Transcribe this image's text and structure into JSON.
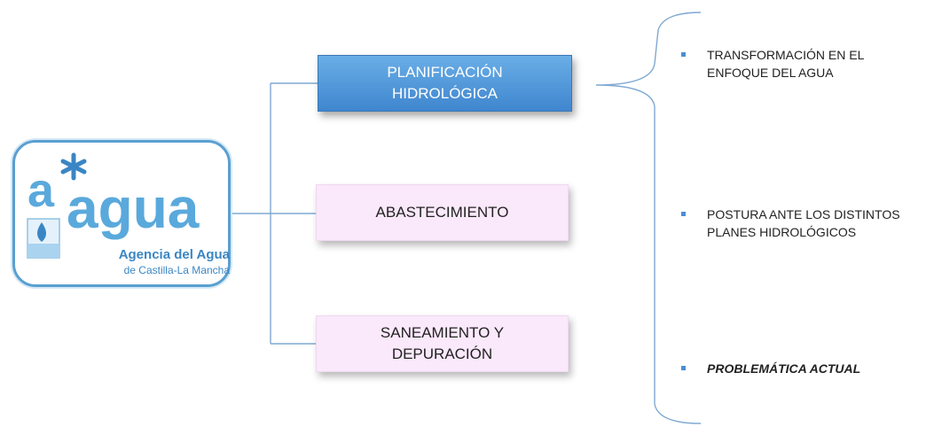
{
  "logo": {
    "mark": "a*agua",
    "name": "Agencia del Agua",
    "subtitle": "de Castilla-La Mancha",
    "brand_color": "#3a86c4"
  },
  "branches": [
    {
      "lines": [
        "PLANIFICACIÓN",
        "HIDROLÓGICA"
      ],
      "color": "#4f95d9"
    },
    {
      "lines": [
        "ABASTECIMIENTO"
      ],
      "color": "#fae8fb"
    },
    {
      "lines": [
        "SANEAMIENTO Y",
        "DEPURACIÓN"
      ],
      "color": "#fae8fb"
    }
  ],
  "details": [
    {
      "lines": [
        "TRANSFORMACIÓN EN EL",
        "ENFOQUE DEL AGUA"
      ]
    },
    {
      "lines": [
        "POSTURA ANTE LOS DISTINTOS",
        "PLANES HIDROLÓGICOS"
      ]
    },
    {
      "lines": [
        "PROBLEMÁTICA ACTUAL"
      ]
    }
  ],
  "connector_color": "#7fa9d2",
  "bullet_color": "#4a8fd1"
}
